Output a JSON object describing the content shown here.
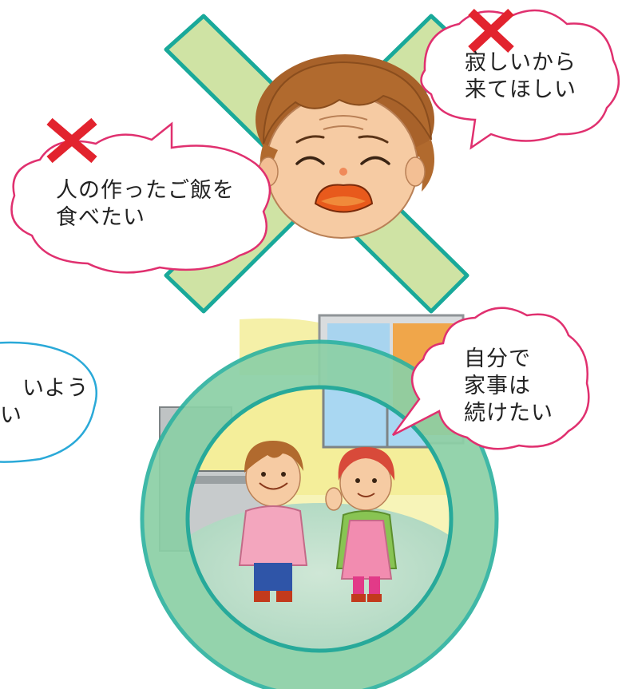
{
  "bubbles": {
    "top_right": {
      "lines": [
        "寂しいから",
        "来てほしい"
      ],
      "border_color": "#e0306f",
      "marked": true
    },
    "left": {
      "lines": [
        "人の作ったご飯を",
        "食べたい"
      ],
      "border_color": "#e0306f",
      "marked": true
    },
    "lower_right": {
      "lines": [
        "自分で",
        "家事は",
        "続けたい"
      ],
      "border_color": "#e0306f",
      "marked": false
    },
    "lower_left_partial": {
      "lines": [
        "いよう",
        "い"
      ],
      "border_color": "#2aa9d8"
    }
  },
  "icons": [
    "red-x-mark-icon",
    "green-x-cross-icon",
    "green-ring-icon"
  ],
  "colors": {
    "x_mark": "#e2232e",
    "cross_fill": "#cfe3a4",
    "cross_stroke": "#19a99a",
    "ring_fill": "#8cd0a6",
    "ring_stroke": "#2fb3a0"
  }
}
